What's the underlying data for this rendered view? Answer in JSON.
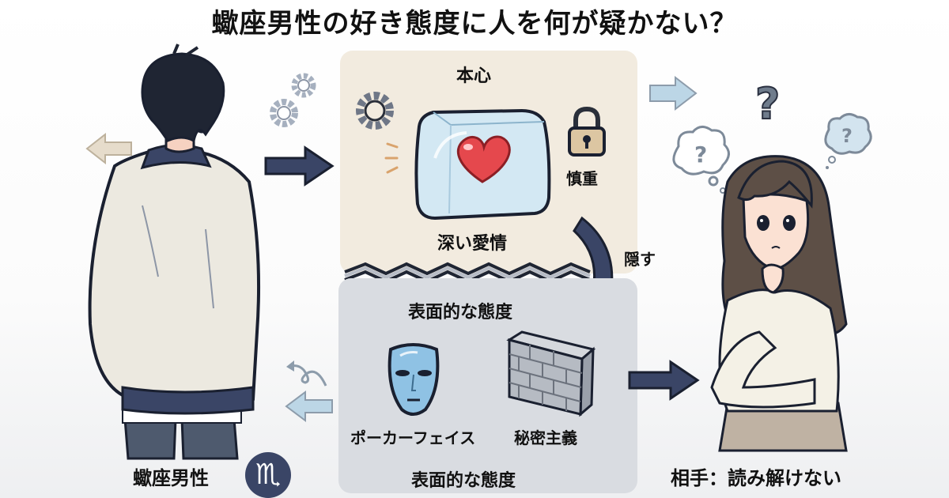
{
  "title": "蠍座男性の好き態度に人を何が疑かない？",
  "left_figure": {
    "label": "蠍座男性",
    "zodiac_symbol": "♏",
    "zodiac_badge_color": "#3a4566",
    "icons": [
      "gear-icon",
      "gear-icon",
      "arrow-left-icon",
      "arrow-right-icon",
      "loop-arrow-icon",
      "arrow-left-icon"
    ]
  },
  "inner_panel": {
    "heading": "本心",
    "center_label": "深い愛情",
    "lock_label": "慎重",
    "icons": [
      "gear-icon",
      "ice-cube-heart-icon",
      "lock-icon"
    ],
    "background_color": "#f2ebdf"
  },
  "transition": {
    "label": "隠す",
    "arrow_color": "#3a4566"
  },
  "outer_panel": {
    "heading": "表面的な態度",
    "items": [
      {
        "label": "ポーカーフェイス",
        "icon": "mask-icon"
      },
      {
        "label": "秘密主義",
        "icon": "brick-wall-icon"
      }
    ],
    "footer": "表面的な態度",
    "background_color": "#d9dce1"
  },
  "right_figure": {
    "label": "相手：読み解けない",
    "icons": [
      "question-mark-icon",
      "thought-bubble-question-icon",
      "thought-bubble-question-icon",
      "arrow-right-icon"
    ]
  },
  "colors": {
    "navy": "#3a4566",
    "outline": "#1a2030",
    "light_blue": "#bcd6e6",
    "beige_arrow": "#e6dccb",
    "gear_gray": "#8d96a6"
  }
}
